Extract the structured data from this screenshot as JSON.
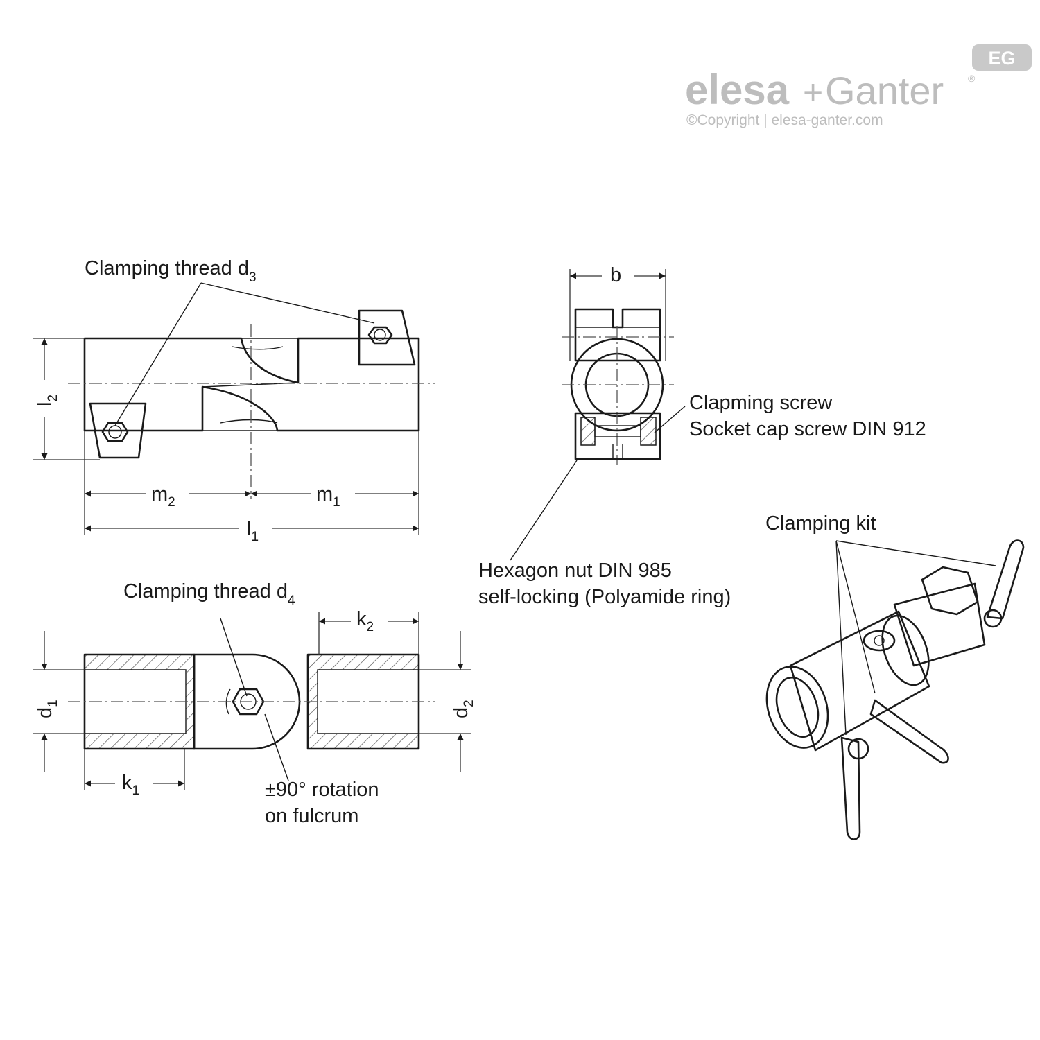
{
  "logo": {
    "badge": "EG",
    "elesa": "elesa",
    "plus": "+",
    "ganter": "Ganter",
    "trademark": "®",
    "copyright": "©Copyright | elesa-ganter.com"
  },
  "labels": {
    "clamping_thread_d3": {
      "main": "Clamping thread d",
      "sub": "3"
    },
    "clamping_thread_d4": {
      "main": "Clamping thread d",
      "sub": "4"
    },
    "clamping_screw": "Clapming screw",
    "socket_cap_screw": "Socket cap screw DIN 912",
    "hexagon_nut": "Hexagon nut  DIN 985",
    "self_locking": "self-locking (Polyamide ring)",
    "clamping_kit": "Clamping kit",
    "rotation_line1": "±90° rotation",
    "rotation_line2": "on fulcrum"
  },
  "dimensions": {
    "b": "b",
    "l": "l",
    "m": "m",
    "k": "k",
    "d": "d",
    "sub1": "1",
    "sub2": "2"
  }
}
